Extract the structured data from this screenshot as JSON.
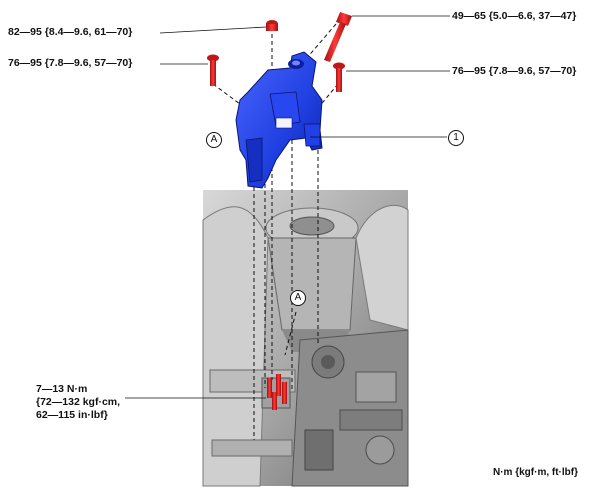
{
  "torque_labels": {
    "bolt_top_left": "82—95 {8.4—9.6, 61—70}",
    "bolt_top_right": "49—65 {5.0—6.6, 37—47}",
    "bolt_left": "76—95 {7.8—9.6, 57—70}",
    "bolt_right": "76—95 {7.8—9.6, 57—70}",
    "nuts_bottom": "7—13 N·m\n{72—132 kgf·cm,\n62—115 in·lbf}"
  },
  "callouts": {
    "bracket_number": "1",
    "ref_a_upper": "A",
    "ref_a_lower": "A"
  },
  "units_note": "N·m {kgf·m, ft·lbf}",
  "colors": {
    "part_blue": "#1f3fe0",
    "part_blue_dark": "#0d1f9c",
    "fastener_red": "#e01c1c",
    "engine_gray": "#9a9a9a",
    "leader_line": "#111111"
  }
}
